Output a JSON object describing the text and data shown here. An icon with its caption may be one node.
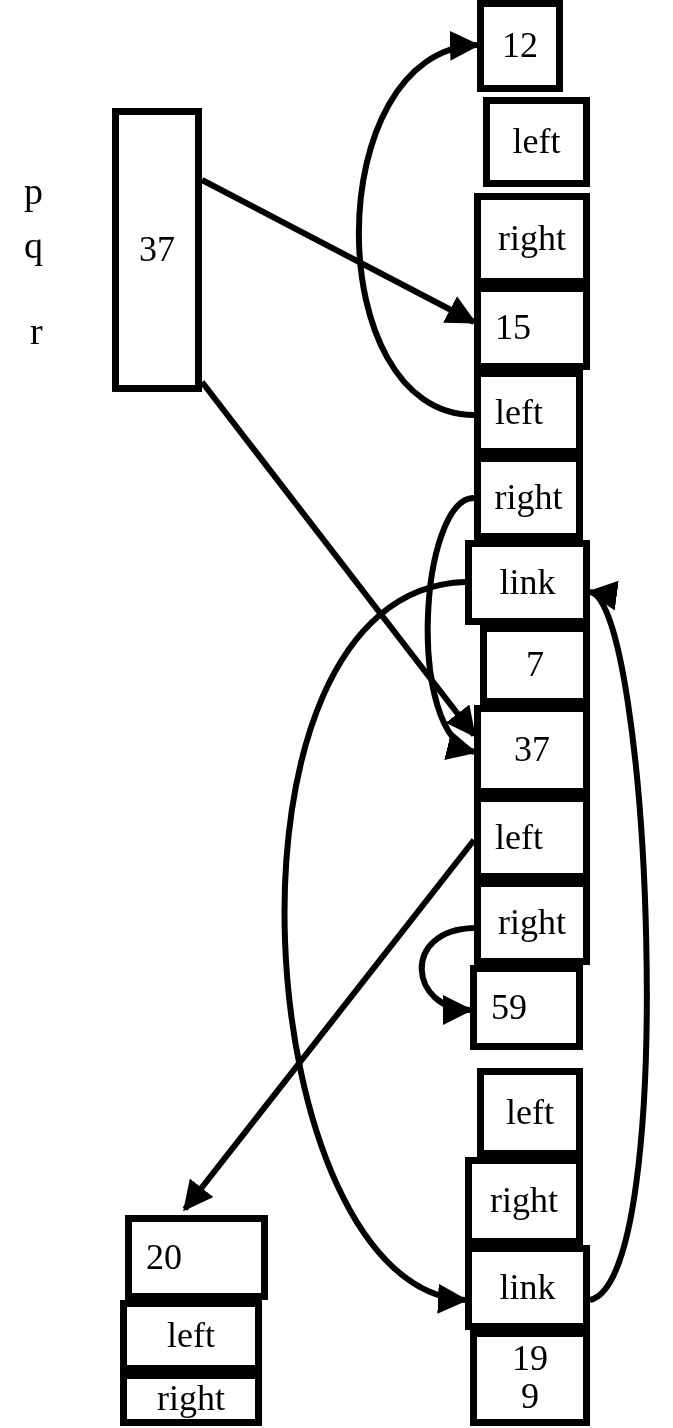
{
  "diagram": {
    "nodes": [
      {
        "text": [
          "37"
        ],
        "beside": [
          "p",
          "q",
          "r"
        ]
      },
      {
        "text": [
          "12"
        ]
      },
      {
        "text": [
          "left"
        ]
      },
      {
        "text": [
          "right"
        ]
      },
      {
        "text": [
          "15"
        ]
      },
      {
        "text": [
          "left"
        ]
      },
      {
        "text": [
          "right"
        ]
      },
      {
        "text": [
          "link"
        ]
      },
      {
        "text": [
          "7"
        ]
      },
      {
        "text": [
          "37"
        ]
      },
      {
        "text": [
          "left"
        ]
      },
      {
        "text": [
          "right"
        ]
      },
      {
        "text": [
          "59"
        ]
      },
      {
        "text": [
          "left"
        ]
      },
      {
        "text": [
          "right"
        ]
      },
      {
        "text": [
          "link"
        ]
      },
      {
        "text": [
          "19",
          "9"
        ]
      },
      {
        "text": [
          "20"
        ]
      },
      {
        "text": [
          "left"
        ]
      },
      {
        "text": [
          "right"
        ]
      }
    ],
    "edges": [
      {
        "from": 0,
        "to": 4,
        "arrow": "to"
      },
      {
        "from": 0,
        "to": 9,
        "arrow": "to"
      },
      {
        "from": 5,
        "to": 1,
        "arrow": "to"
      },
      {
        "from": 6,
        "to": 9,
        "arrow": "to"
      },
      {
        "from": 7,
        "to": 15,
        "arrow": "to"
      },
      {
        "from": 15,
        "to": 7,
        "arrow": "to"
      },
      {
        "from": 10,
        "to": 17,
        "arrow": "to"
      },
      {
        "from": 11,
        "to": 12,
        "arrow": "to"
      }
    ]
  }
}
